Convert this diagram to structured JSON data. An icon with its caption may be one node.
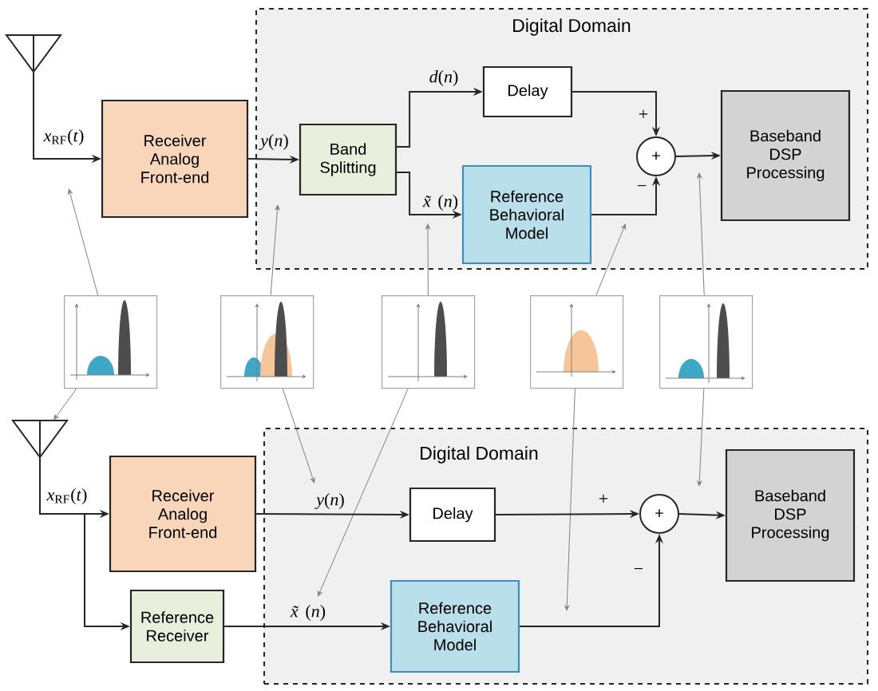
{
  "diagram": {
    "nodes": [
      {
        "text": [
          "Digital Domain"
        ]
      },
      {
        "text": [],
        "shape": "antenna"
      },
      {
        "text": [
          "Receiver Analog Front-end"
        ]
      },
      {
        "text": [
          "Band Splitting"
        ],
        "in": 0
      },
      {
        "text": [
          "Delay"
        ],
        "in": 0
      },
      {
        "text": [
          "Reference Behavioral Model"
        ],
        "in": 0
      },
      {
        "text": [
          "+"
        ],
        "in": 0
      },
      {
        "text": [
          "Baseband DSP Processing"
        ],
        "in": 0
      },
      {
        "text": [],
        "shape": "picture"
      },
      {
        "text": [],
        "shape": "picture"
      },
      {
        "text": [],
        "shape": "picture"
      },
      {
        "text": [],
        "shape": "picture"
      },
      {
        "text": [],
        "shape": "picture"
      },
      {
        "text": [
          "Digital Domain"
        ]
      },
      {
        "text": [],
        "shape": "antenna"
      },
      {
        "text": [
          "Receiver Analog Front-end"
        ]
      },
      {
        "text": [
          "Reference Receiver"
        ]
      },
      {
        "text": [
          "Delay"
        ],
        "in": 13
      },
      {
        "text": [
          "Reference Behavioral Model"
        ],
        "in": 13
      },
      {
        "text": [
          "+"
        ],
        "in": 13
      },
      {
        "text": [
          "Baseband DSP Processing"
        ],
        "in": 13
      }
    ],
    "edges": [
      {
        "from": 1,
        "to": 2,
        "arrow": "to",
        "label": "*x*$_{RF}$(*t*)"
      },
      {
        "from": 2,
        "to": 3,
        "arrow": "to",
        "label": "*y*(*n*)"
      },
      {
        "from": 3,
        "to": 4,
        "arrow": "to",
        "label": "*d*(*n*)"
      },
      {
        "from": 3,
        "to": 5,
        "arrow": "to",
        "label": "*x̃*(*n*)"
      },
      {
        "from": 4,
        "to": 6,
        "arrow": "to",
        "label": "+"
      },
      {
        "from": 5,
        "to": 6,
        "arrow": "to",
        "label": "−"
      },
      {
        "from": 6,
        "to": 7,
        "arrow": "to"
      },
      {
        "from": 8,
        "to": null,
        "arrow": "to"
      },
      {
        "from": 9,
        "to": null,
        "arrow": "to"
      },
      {
        "from": 10,
        "to": null,
        "arrow": "to"
      },
      {
        "from": 11,
        "to": null,
        "arrow": "to"
      },
      {
        "from": 12,
        "to": null,
        "arrow": "to"
      },
      {
        "from": 8,
        "to": 14,
        "arrow": "to"
      },
      {
        "from": 9,
        "to": null,
        "arrow": "to"
      },
      {
        "from": 10,
        "to": null,
        "arrow": "to"
      },
      {
        "from": 11,
        "to": null,
        "arrow": "to"
      },
      {
        "from": 12,
        "to": null,
        "arrow": "to"
      },
      {
        "from": 14,
        "to": 15,
        "arrow": "to",
        "label": "*x*$_{RF}$(*t*)"
      },
      {
        "from": 14,
        "to": 16,
        "arrow": "to"
      },
      {
        "from": 15,
        "to": 17,
        "arrow": "to",
        "label": "*y*(*n*)"
      },
      {
        "from": 16,
        "to": 18,
        "arrow": "to",
        "label": "*x̃*(*n*)"
      },
      {
        "from": 17,
        "to": 19,
        "arrow": "to",
        "label": "+"
      },
      {
        "from": 18,
        "to": 19,
        "arrow": "to",
        "label": "−"
      },
      {
        "from": 19,
        "to": 20,
        "arrow": "to"
      }
    ]
  }
}
